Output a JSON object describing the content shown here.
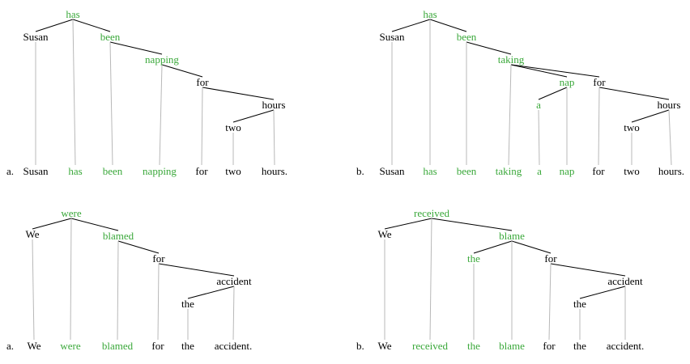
{
  "colors": {
    "black": "#000000",
    "green": "#3aa83a",
    "projection": "#b8b8b8"
  },
  "diagrams": [
    {
      "id": "d1",
      "label": "a.",
      "nodes": [
        {
          "id": "has",
          "word": "has",
          "color": "green",
          "parent": null
        },
        {
          "id": "susan",
          "word": "Susan",
          "color": "black",
          "parent": "has"
        },
        {
          "id": "been",
          "word": "been",
          "color": "green",
          "parent": "has"
        },
        {
          "id": "napping",
          "word": "napping",
          "color": "green",
          "parent": "been"
        },
        {
          "id": "for",
          "word": "for",
          "color": "black",
          "parent": "napping"
        },
        {
          "id": "hours",
          "word": "hours",
          "color": "black",
          "parent": "for"
        },
        {
          "id": "two",
          "word": "two",
          "color": "black",
          "parent": "hours"
        }
      ],
      "sentence": [
        {
          "text": "Susan",
          "color": "black",
          "node": "susan"
        },
        {
          "text": "has",
          "color": "green",
          "node": "has"
        },
        {
          "text": "been",
          "color": "green",
          "node": "been"
        },
        {
          "text": "napping",
          "color": "green",
          "node": "napping"
        },
        {
          "text": "for",
          "color": "black",
          "node": "for"
        },
        {
          "text": "two",
          "color": "black",
          "node": "two"
        },
        {
          "text": "hours.",
          "color": "black",
          "node": "hours"
        }
      ]
    },
    {
      "id": "d2",
      "label": "b.",
      "nodes": [
        {
          "id": "has",
          "word": "has",
          "color": "green",
          "parent": null
        },
        {
          "id": "susan",
          "word": "Susan",
          "color": "black",
          "parent": "has"
        },
        {
          "id": "been",
          "word": "been",
          "color": "green",
          "parent": "has"
        },
        {
          "id": "taking",
          "word": "taking",
          "color": "green",
          "parent": "been"
        },
        {
          "id": "nap",
          "word": "nap",
          "color": "green",
          "parent": "taking"
        },
        {
          "id": "a",
          "word": "a",
          "color": "green",
          "parent": "nap"
        },
        {
          "id": "for",
          "word": "for",
          "color": "black",
          "parent": "taking"
        },
        {
          "id": "hours",
          "word": "hours",
          "color": "black",
          "parent": "for"
        },
        {
          "id": "two",
          "word": "two",
          "color": "black",
          "parent": "hours"
        }
      ],
      "sentence": [
        {
          "text": "Susan",
          "color": "black",
          "node": "susan"
        },
        {
          "text": "has",
          "color": "green",
          "node": "has"
        },
        {
          "text": "been",
          "color": "green",
          "node": "been"
        },
        {
          "text": "taking",
          "color": "green",
          "node": "taking"
        },
        {
          "text": "a",
          "color": "green",
          "node": "a"
        },
        {
          "text": "nap",
          "color": "green",
          "node": "nap"
        },
        {
          "text": "for",
          "color": "black",
          "node": "for"
        },
        {
          "text": "two",
          "color": "black",
          "node": "two"
        },
        {
          "text": "hours.",
          "color": "black",
          "node": "hours"
        }
      ]
    },
    {
      "id": "d3",
      "label": "a.",
      "nodes": [
        {
          "id": "were",
          "word": "were",
          "color": "green",
          "parent": null
        },
        {
          "id": "we",
          "word": "We",
          "color": "black",
          "parent": "were"
        },
        {
          "id": "blamed",
          "word": "blamed",
          "color": "green",
          "parent": "were"
        },
        {
          "id": "for",
          "word": "for",
          "color": "black",
          "parent": "blamed"
        },
        {
          "id": "accident",
          "word": "accident",
          "color": "black",
          "parent": "for"
        },
        {
          "id": "the",
          "word": "the",
          "color": "black",
          "parent": "accident"
        }
      ],
      "sentence": [
        {
          "text": "We",
          "color": "black",
          "node": "we"
        },
        {
          "text": "were",
          "color": "green",
          "node": "were"
        },
        {
          "text": "blamed",
          "color": "green",
          "node": "blamed"
        },
        {
          "text": "for",
          "color": "black",
          "node": "for"
        },
        {
          "text": "the",
          "color": "black",
          "node": "the"
        },
        {
          "text": "accident.",
          "color": "black",
          "node": "accident"
        }
      ]
    },
    {
      "id": "d4",
      "label": "b.",
      "nodes": [
        {
          "id": "received",
          "word": "received",
          "color": "green",
          "parent": null
        },
        {
          "id": "we",
          "word": "We",
          "color": "black",
          "parent": "received"
        },
        {
          "id": "blame",
          "word": "blame",
          "color": "green",
          "parent": "received"
        },
        {
          "id": "the1",
          "word": "the",
          "color": "green",
          "parent": "blame"
        },
        {
          "id": "for",
          "word": "for",
          "color": "black",
          "parent": "blame"
        },
        {
          "id": "accident",
          "word": "accident",
          "color": "black",
          "parent": "for"
        },
        {
          "id": "the2",
          "word": "the",
          "color": "black",
          "parent": "accident"
        }
      ],
      "sentence": [
        {
          "text": "We",
          "color": "black",
          "node": "we"
        },
        {
          "text": "received",
          "color": "green",
          "node": "received"
        },
        {
          "text": "the",
          "color": "green",
          "node": "the1"
        },
        {
          "text": "blame",
          "color": "green",
          "node": "blame"
        },
        {
          "text": "for",
          "color": "black",
          "node": "for"
        },
        {
          "text": "the",
          "color": "black",
          "node": "the2"
        },
        {
          "text": "accident.",
          "color": "black",
          "node": "accident"
        }
      ]
    }
  ]
}
